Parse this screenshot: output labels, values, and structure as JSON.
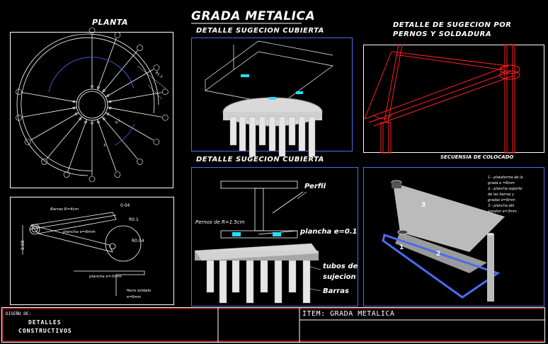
{
  "main_title": "GRADA METALICA",
  "planta": {
    "title": "PLANTA",
    "dim1": "R1.3",
    "dim2": "0.1",
    "num": "3"
  },
  "cubierta_top": {
    "title": "DETALLE SUGECION CUBIERTA"
  },
  "sugecion": {
    "title_line1": "DETALLE DE SUGECION POR",
    "title_line2": "PERNOS Y SOLDADURA"
  },
  "cubierta_bottom": {
    "title": "DETALLE SUGECION CUBIERTA",
    "perfil": "Perfil",
    "pernos": "Pernos de R=1.5cm",
    "plancha": "plancha e=0.1",
    "tubos_line1": "tubos de",
    "tubos_line2": "sujecion",
    "barras": "Barras"
  },
  "secuencia": {
    "title": "SECUENSIA DE COLOCADO",
    "note_lines": [
      "1.- plataforma de la",
      "grada e =6mm",
      "2.- plancha soporte",
      "de las barras y",
      "gradas e=6mm",
      "3.- plancha del",
      "escalon e=3mm"
    ],
    "n1": "1",
    "n2": "2",
    "n3": "3"
  },
  "detail": {
    "barras": "Barras R=4cm",
    "d004": "0.04",
    "d01": "R0.1",
    "d004b": "R0.04",
    "plancha6": "plancha e=6mm",
    "d008": "0.08",
    "plancha3": "plancha e=3mm",
    "fierro1": "fierro soldado",
    "fierro2": "e=6mm"
  },
  "title_block": {
    "diseno": "DISEÑO DE:",
    "detalles": "DETALLES",
    "constructivos": "CONSTRUCTIVOS",
    "item": "ITEM: GRADA METALICA"
  },
  "colors": {
    "red": "#ff2020",
    "blue": "#4a6cf0",
    "cyan": "#20e0ff",
    "gray": "#bfbfbf"
  }
}
